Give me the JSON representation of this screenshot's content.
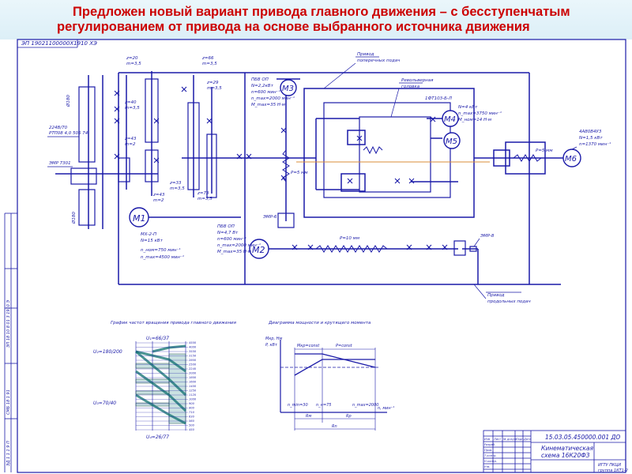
{
  "slide": {
    "title_line1": "Предложен новый вариант привода главного движения – с бесступенчатым",
    "title_line2": "регулированием от привода на основе выбранного источника движения"
  },
  "drawing": {
    "stamp_rotated": "ЭП 19021100000Х1910 ХЭ",
    "left_border_codes": [
      "ЭП 18 10 8 01 3 1910 Э",
      "СМБ 18 1 91",
      "ЭД 1 1 1 9 П"
    ],
    "gears_left": {
      "g1": [
        "z=20",
        "m=3,5"
      ],
      "g2": [
        "z=40",
        "m=3,5"
      ],
      "g3": [
        "z=43",
        "m=2"
      ],
      "g4": [
        "z=43",
        "m=2"
      ],
      "g5": [
        "z=66",
        "m=3,5"
      ],
      "g6": [
        "z=29",
        "m=3,5"
      ],
      "g7": [
        "z=33",
        "m=3,5"
      ],
      "g8": [
        "z=73",
        "m=3,5"
      ]
    },
    "spindle_labels": {
      "dim_left": "Ø180",
      "motor_type": [
        "224В/70",
        "РТП08 4,0 505 74"
      ],
      "brake": "ЭМР 7301",
      "dim_bottom": "Ø180"
    },
    "motors": {
      "m1": {
        "id": "M1",
        "spec": [
          "МХ-2-П",
          "N=15 кВт",
          "n_ном=750 мин⁻¹",
          "n_max=4500 мин⁻¹"
        ]
      },
      "m2": {
        "id": "M2",
        "spec": [
          "ПБВ ОП",
          "N=4,7 Вт",
          "n=600 мин⁻¹",
          "n_max=2000 мин⁻¹",
          "M_max=35 Н·м"
        ]
      },
      "m3": {
        "id": "M3",
        "spec": [
          "ПБВ ОП",
          "N=2,2кВт",
          "n=600 мин⁻¹",
          "n_max=2000 мин⁻¹",
          "M_max=35 Н·м"
        ]
      },
      "m4": {
        "id": "M4",
        "spec": [
          "1ФТ103-Б-Л",
          "N=4 кВт",
          "n_max=3750 мин⁻¹",
          "M_ном=14 Н·м"
        ]
      },
      "m5": {
        "id": "M5"
      },
      "m6": {
        "id": "M6",
        "spec": [
          "4А80В4У3",
          "N=1,5 кВт",
          "n=1370 мин⁻¹"
        ]
      }
    },
    "labels": {
      "cross_feed": [
        "Привод",
        "поперечных подач"
      ],
      "turret": [
        "Револьверная",
        "головка"
      ],
      "long_feed": [
        "Привод",
        "продольных подач"
      ],
      "p5": "Р=5 мм",
      "p10": "Р=10 мм",
      "p5b": "Р=5 мм",
      "brake2": "ЭМР-6",
      "brake3": "ЭМР-8"
    },
    "chart_left": {
      "title": "График частот вращения привода главного движения",
      "labels": [
        "U₁=66/37",
        "U₂=180/200",
        "U₃=70/40",
        "U₄=26/77"
      ],
      "y_ticks": [
        "4500",
        "4000",
        "3550",
        "3150",
        "2800",
        "2500",
        "2240",
        "2000",
        "1800",
        "1600",
        "1400",
        "1250",
        "1120",
        "1000",
        "900",
        "800",
        "710",
        "630",
        "560",
        "500",
        "450"
      ]
    },
    "chart_right": {
      "title": "Диаграмма мощности и крутящего момента",
      "y_labels": [
        "Mкр, Нм",
        "P, кВт"
      ],
      "zone1": "Mкр=const",
      "zone2": "P=const",
      "x_axis": "n, мин⁻¹",
      "n_min": "n_min=30",
      "n_nom": "n_н=75",
      "n_max": "n_max=2000",
      "dim1": "Rм",
      "dim2": "Rp",
      "dim3": "Rn"
    },
    "title_block": {
      "doc_number": "15.03.05.450000.001 ДО",
      "doc_title": [
        "Кинематическая",
        "схема 16К20ФЗ"
      ],
      "org": [
        "ИГТУ ПКЦИ",
        "группа 1КТ1-2"
      ],
      "rows": [
        "Изм",
        "Лист",
        "№ докум.",
        "Подп.",
        "Дата",
        "Разраб.",
        "Пров.",
        "Т.контр.",
        "Н.контр.",
        "Утв."
      ]
    }
  }
}
